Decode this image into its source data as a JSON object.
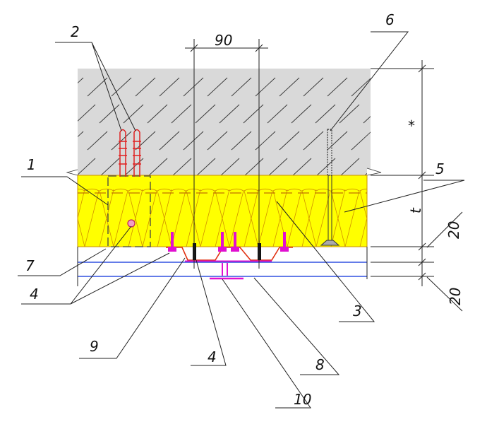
{
  "colors": {
    "concrete": "#d9d9d9",
    "insulation": "#ffff00",
    "fiber": "#d9a000",
    "dowel": "#e02020",
    "screw": "#e010d0",
    "profile": "#e03010",
    "rail": "#3050e0"
  },
  "dimensions": {
    "top": "90",
    "layer_top": "*",
    "layer_ins": "t",
    "gap1": "20",
    "gap2": "20"
  },
  "callouts": {
    "c1": "1",
    "c2": "2",
    "c3": "3",
    "c4a": "4",
    "c4b": "4",
    "c5": "5",
    "c6": "6",
    "c7": "7",
    "c8": "8",
    "c9": "9",
    "c10": "10"
  }
}
